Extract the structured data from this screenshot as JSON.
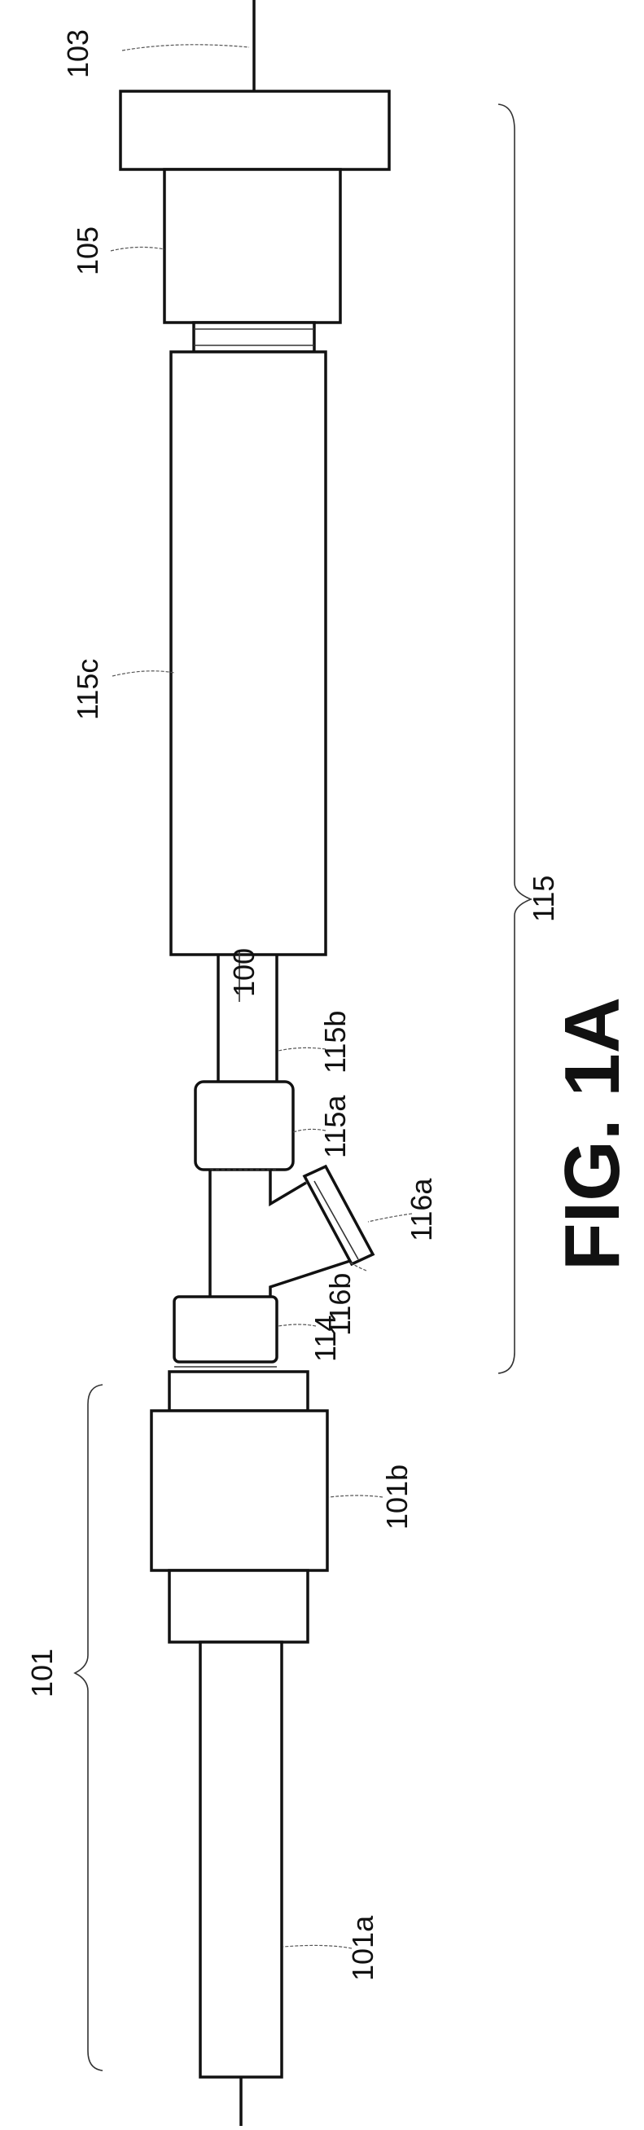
{
  "figure": {
    "number": "100",
    "caption": "FIG. 1A"
  },
  "labels": {
    "l103": "103",
    "l105": "105",
    "l115c": "115c",
    "l115": "115",
    "l115b": "115b",
    "l115a": "115a",
    "l116a": "116a",
    "l116b": "116b",
    "l114": "114",
    "l101b": "101b",
    "l101": "101",
    "l101a": "101a"
  }
}
